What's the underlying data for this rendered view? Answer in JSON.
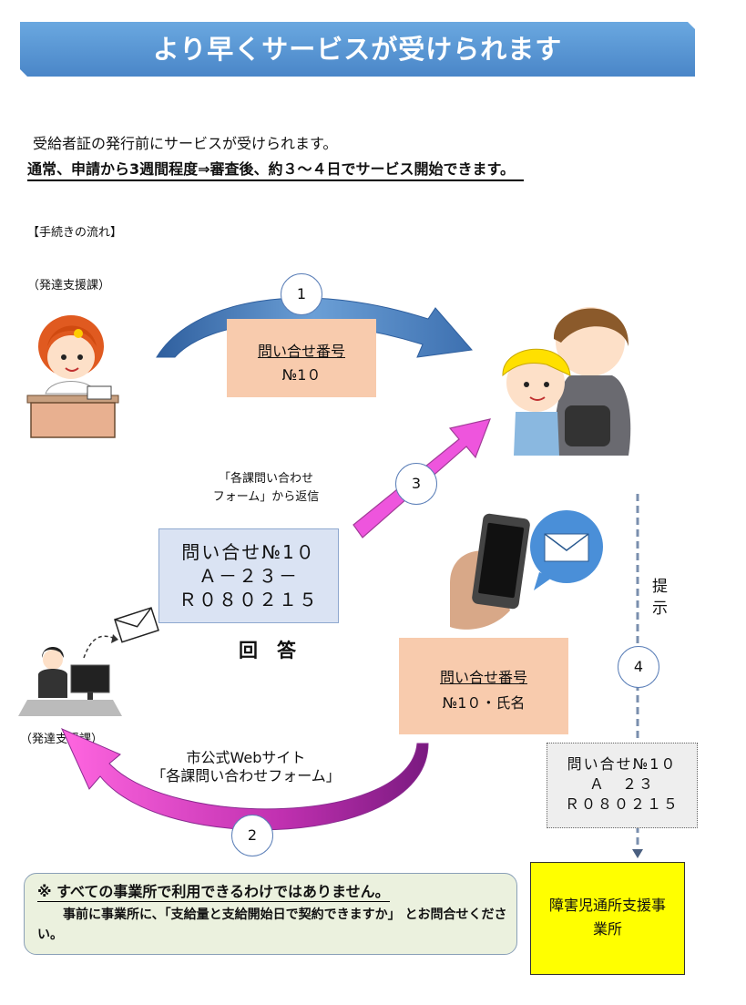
{
  "title": "より早くサービスが受けられます",
  "intro": {
    "line1": "受給者証の発行前にサービスが受けられます。",
    "line2": "通常、申請から3週間程度⇒審査後、約３～４日でサービス開始できます。"
  },
  "flow_label": "【手続きの流れ】",
  "dept_top": "（発達支援課）",
  "dept_bottom": "（発達支援課）",
  "steps": [
    "1",
    "3",
    "4",
    "2"
  ],
  "inquiry_box_1": {
    "line1": "問い合せ番号",
    "line2": "№1０"
  },
  "reply_note": {
    "line1": "「各課問い合わせ",
    "line2": "フォーム」から返信"
  },
  "reply_box": {
    "line1": "問い合せ№1０",
    "line2": "Ａ－２３－",
    "line3": "Ｒ０８０２１５"
  },
  "answer_label": "回　答",
  "inquiry_box_2": {
    "line1": "問い合せ番号",
    "line2": "№1０・氏名"
  },
  "web_note": {
    "line1": "市公式Webサイト",
    "line2": "「各課問い合わせフォーム」"
  },
  "present_label": {
    "c1": "提",
    "c2": "示"
  },
  "present_box": {
    "line1": "問い合せ№1０",
    "line2": "Ａ　２３",
    "line3": "Ｒ０８０２１５"
  },
  "provider_box": {
    "line1": "障害児通所支援事",
    "line2": "業所"
  },
  "notice": {
    "line1": "※ すべての事業所で利用できるわけではありません。",
    "line2": "　　事前に事業所に、「支給量と支給開始日で契約できますか」 とお問合せください。"
  },
  "colors": {
    "banner": "#5b9bd5",
    "peach": "#f8cbad",
    "reply": "#dae3f3",
    "magenta": "#e040c8",
    "blue_arrow": "#3d70b0",
    "provider": "#ffff00",
    "notice": "#ebf1de"
  }
}
